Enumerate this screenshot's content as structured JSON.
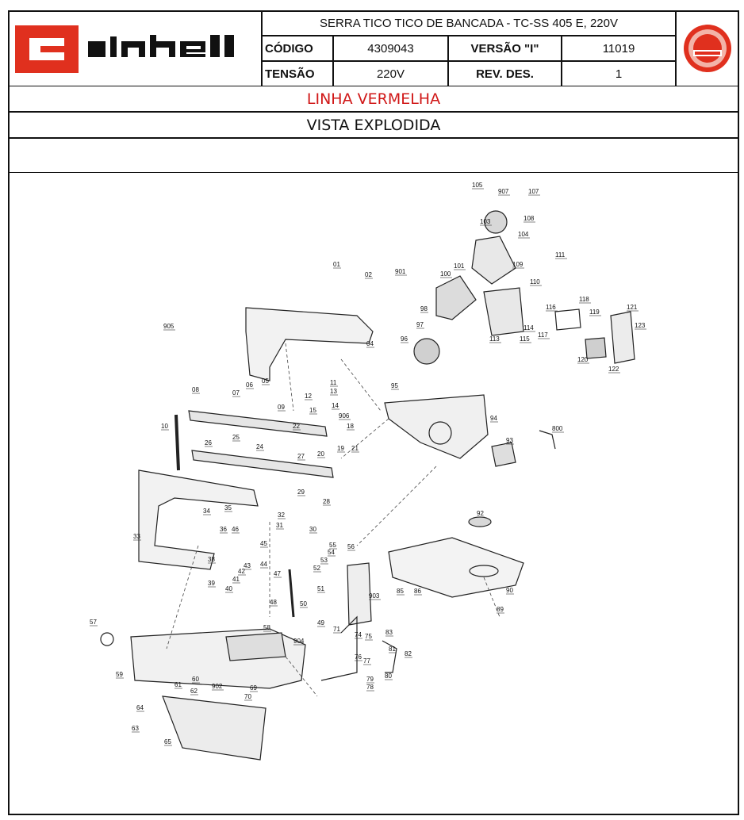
{
  "header": {
    "brand": "Einhell",
    "product": "SERRA TICO TICO DE BANCADA - TC-SS 405 E, 220V",
    "codigo_label": "CÓDIGO",
    "codigo_value": "4309043",
    "versao_label": "VERSÃO \"I\"",
    "versao_value": "11019",
    "tensao_label": "TENSÃO",
    "tensao_value": "220V",
    "rev_label": "REV. DES.",
    "rev_value": "1"
  },
  "banners": {
    "line": "LINHA VERMELHA",
    "view": "VISTA EXPLODIDA"
  },
  "colors": {
    "brand_red": "#e0301e",
    "line_red": "#d01818",
    "ink": "#111111"
  },
  "diagram": {
    "part_labels": [
      "01",
      "02",
      "04",
      "05",
      "06",
      "07",
      "08",
      "09",
      "10",
      "11",
      "12",
      "13",
      "14",
      "15",
      "18",
      "19",
      "20",
      "21",
      "22",
      "24",
      "25",
      "26",
      "27",
      "28",
      "29",
      "30",
      "31",
      "32",
      "33",
      "34",
      "35",
      "36",
      "38",
      "39",
      "40",
      "41",
      "42",
      "43",
      "44",
      "45",
      "46",
      "47",
      "48",
      "49",
      "50",
      "51",
      "52",
      "53",
      "54",
      "55",
      "56",
      "57",
      "58",
      "59",
      "60",
      "61",
      "62",
      "63",
      "64",
      "65",
      "69",
      "70",
      "71",
      "74",
      "75",
      "76",
      "77",
      "78",
      "79",
      "80",
      "81",
      "82",
      "83",
      "85",
      "86",
      "89",
      "90",
      "92",
      "93",
      "94",
      "95",
      "96",
      "97",
      "98",
      "100",
      "101",
      "103",
      "104",
      "105",
      "107",
      "108",
      "109",
      "110",
      "111",
      "113",
      "114",
      "115",
      "116",
      "117",
      "118",
      "119",
      "120",
      "121",
      "122",
      "123",
      "800",
      "901",
      "902",
      "903",
      "904",
      "905",
      "906",
      "907"
    ]
  }
}
